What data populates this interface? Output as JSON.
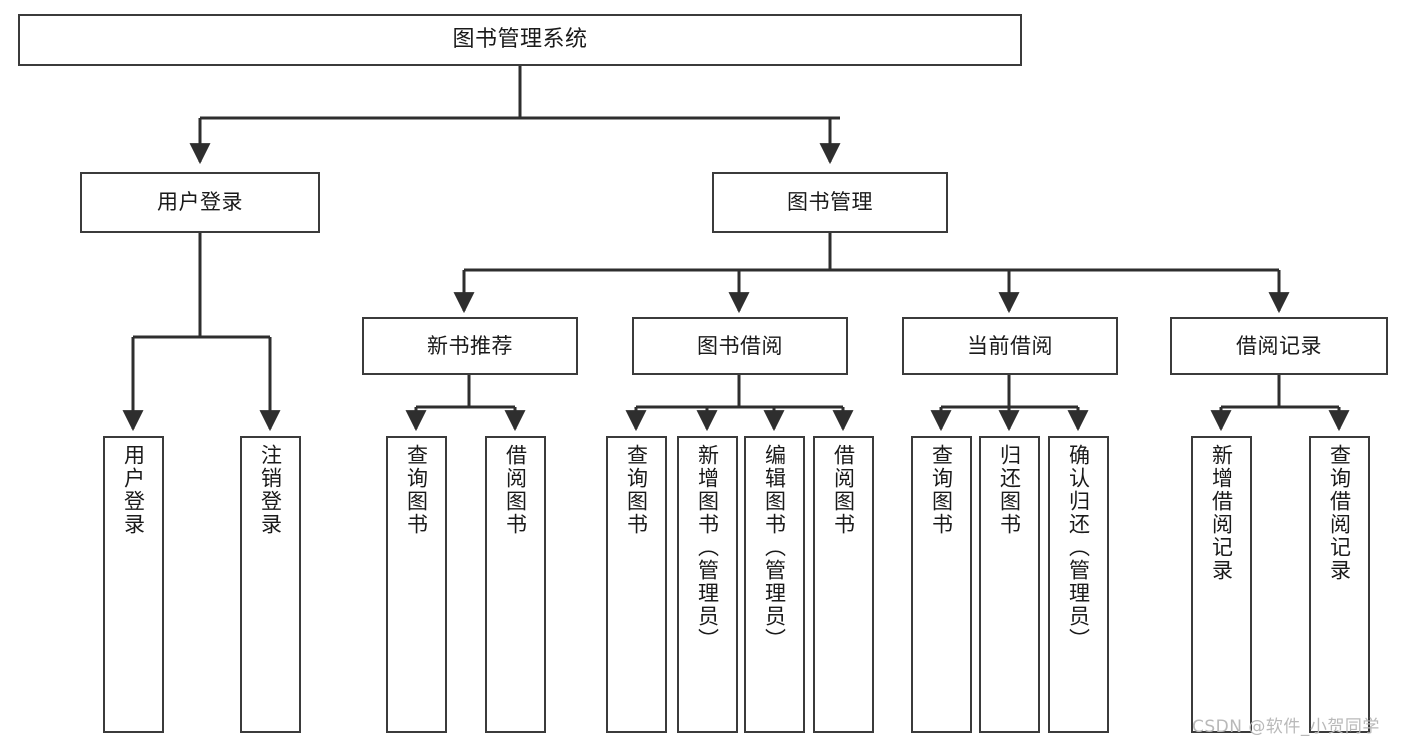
{
  "diagram": {
    "type": "tree",
    "title": "图书管理系统",
    "watermark": "CSDN @软件_小贺同学",
    "colors": {
      "stroke": "#3b3b3b",
      "fill": "#ffffff",
      "text": "#1a1a1a",
      "watermark": "#b9b9b9"
    },
    "nodes": {
      "root": {
        "label": "图书管理系统"
      },
      "level2": [
        {
          "label": "用户登录"
        },
        {
          "label": "图书管理"
        }
      ],
      "level3": [
        {
          "label": "新书推荐"
        },
        {
          "label": "图书借阅"
        },
        {
          "label": "当前借阅"
        },
        {
          "label": "借阅记录"
        }
      ],
      "leaves": {
        "user_login": [
          {
            "label": "用户登录"
          },
          {
            "label": "注销登录"
          }
        ],
        "new_book": [
          {
            "label": "查询图书"
          },
          {
            "label": "借阅图书"
          }
        ],
        "book_borrow": [
          {
            "label": "查询图书"
          },
          {
            "label": "新增图书（管理员）"
          },
          {
            "label": "编辑图书（管理员）"
          },
          {
            "label": "借阅图书"
          }
        ],
        "current_borrow": [
          {
            "label": "查询图书"
          },
          {
            "label": "归还图书"
          },
          {
            "label": "确认归还（管理员）"
          }
        ],
        "borrow_record": [
          {
            "label": "新增借阅记录"
          },
          {
            "label": "查询借阅记录"
          }
        ]
      }
    }
  }
}
